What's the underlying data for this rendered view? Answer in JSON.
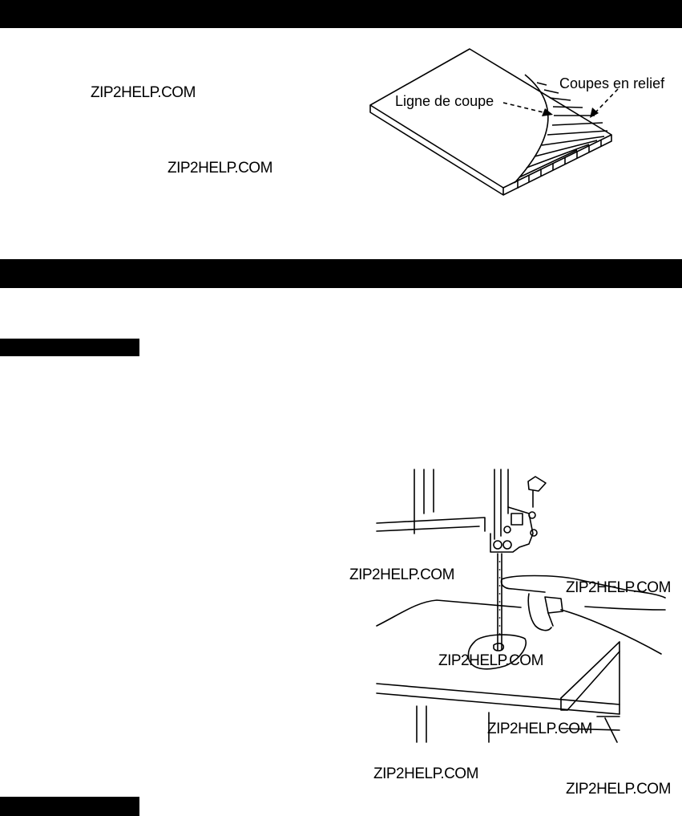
{
  "watermark": "ZIP2HELP.COM",
  "figure_relief": {
    "label_cut_line": "Ligne de coupe",
    "label_relief_cuts": "Coupes en relief"
  },
  "colors": {
    "ink": "#000000",
    "paper": "#ffffff"
  }
}
